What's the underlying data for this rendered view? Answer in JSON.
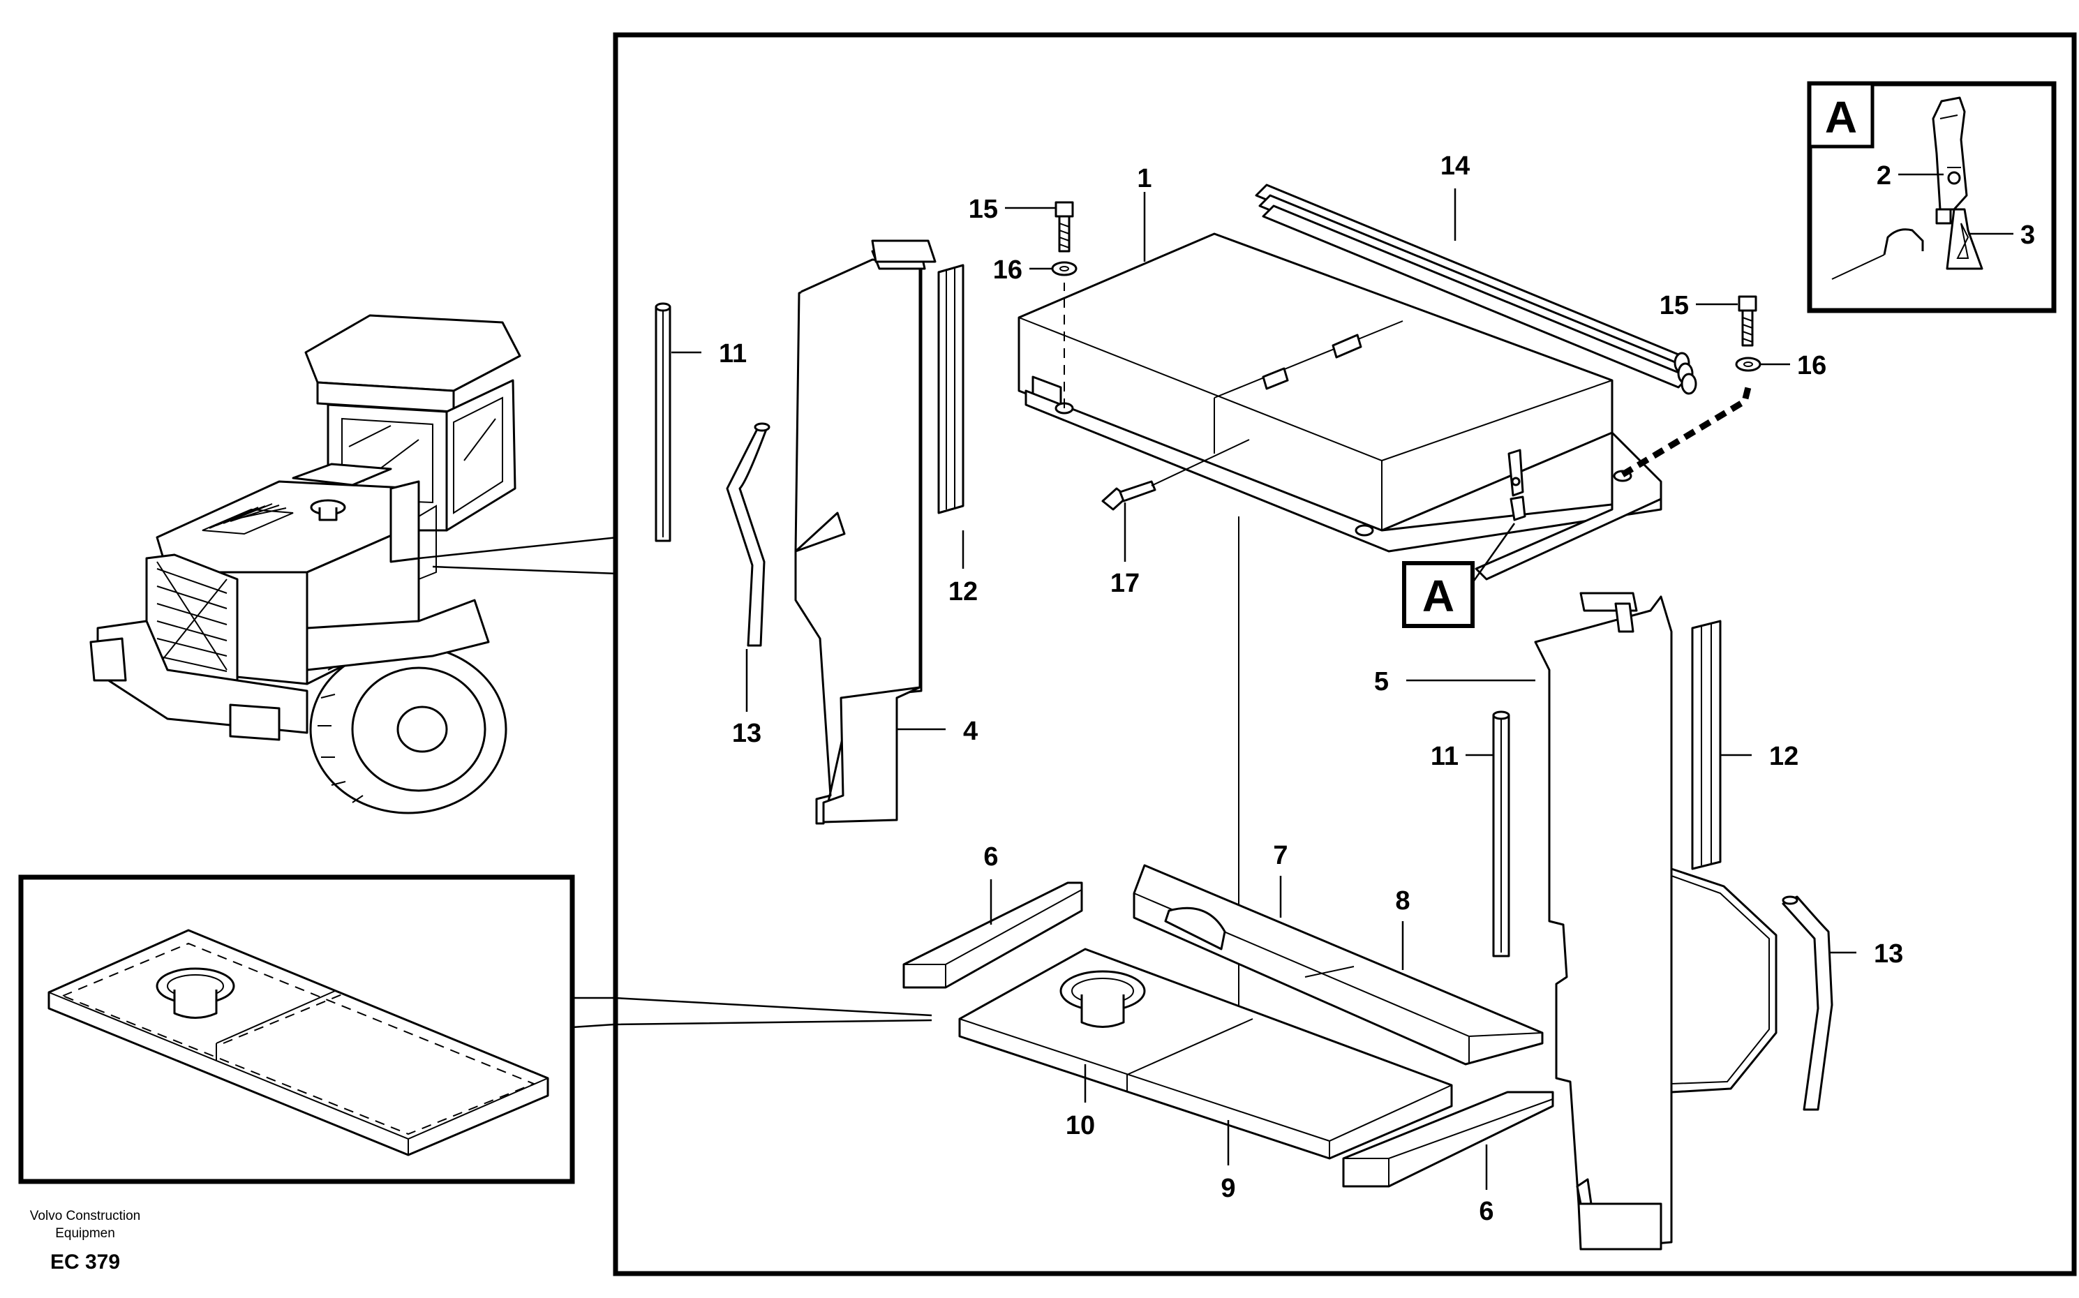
{
  "callouts": {
    "c1": "1",
    "c2": "2",
    "c3": "3",
    "c4": "4",
    "c5": "5",
    "c6a": "6",
    "c6b": "6",
    "c7": "7",
    "c8": "8",
    "c9": "9",
    "c10": "10",
    "c11a": "11",
    "c11b": "11",
    "c12a": "12",
    "c12b": "12",
    "c13a": "13",
    "c13b": "13",
    "c14": "14",
    "c15a": "15",
    "c15b": "15",
    "c16a": "16",
    "c16b": "16",
    "c17": "17"
  },
  "detail": {
    "letter_box": "A",
    "letter_main": "A"
  },
  "footer": {
    "line1": "Volvo Construction",
    "line2": "Equipmen",
    "code": "EC 379"
  }
}
